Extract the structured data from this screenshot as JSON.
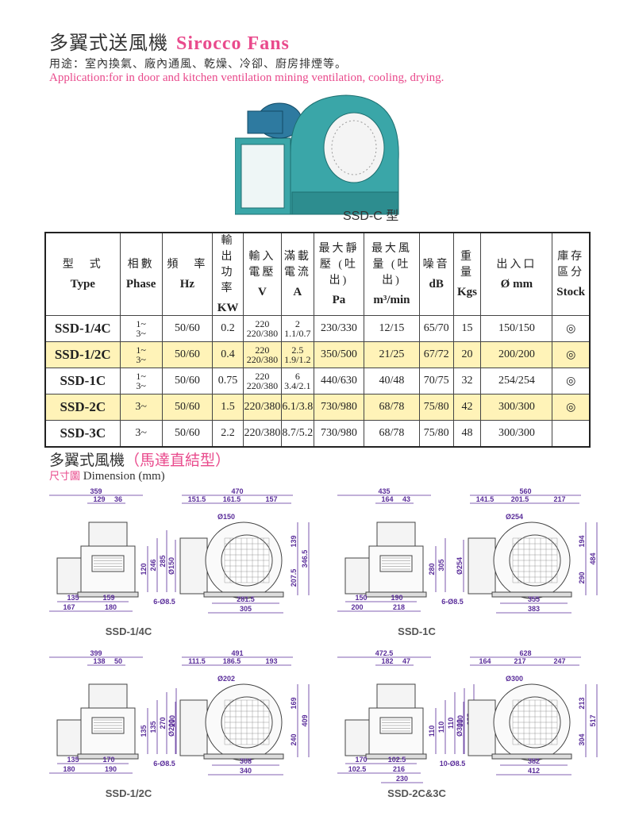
{
  "header": {
    "title_zh": "多翼式送風機",
    "title_en": "Sirocco  Fans",
    "usage": "用途：室內換氣、廠內通風、乾燥、冷卻、廚房排煙等。",
    "application": "Application:for in door and kitchen ventilation mining ventilation, cooling, drying."
  },
  "photo": {
    "caption": "SSD-C 型"
  },
  "table": {
    "headers": [
      {
        "zh": "型　式",
        "en": "Type"
      },
      {
        "zh": "相數",
        "en": "Phase"
      },
      {
        "zh": "頻　率",
        "en": "Hz"
      },
      {
        "zh": "輸出 功率",
        "en": "KW"
      },
      {
        "zh": "輸入 電壓",
        "en": "V"
      },
      {
        "zh": "滿載 電流",
        "en": "A"
      },
      {
        "zh": "最大靜壓 (吐出)",
        "en": "Pa"
      },
      {
        "zh": "最大風量 (吐出)",
        "en": "m³/min"
      },
      {
        "zh": "噪音",
        "en": "dB"
      },
      {
        "zh": "重量",
        "en": "Kgs"
      },
      {
        "zh": "出入口",
        "en": "Ø mm"
      },
      {
        "zh": "庫存 區分",
        "en": "Stock"
      }
    ],
    "rows": [
      {
        "type": "SSD-1/4C",
        "phase": "1~ 3~",
        "hz": "50/60",
        "kw": "0.2",
        "v": "220 220/380",
        "a": "2 1.1/0.7",
        "pa": "230/330",
        "flow": "12/15",
        "db": "65/70",
        "kg": "15",
        "port": "150/150",
        "stock": "◎"
      },
      {
        "type": "SSD-1/2C",
        "phase": "1~ 3~",
        "hz": "50/60",
        "kw": "0.4",
        "v": "220 220/380",
        "a": "2.5 1.9/1.2",
        "pa": "350/500",
        "flow": "21/25",
        "db": "67/72",
        "kg": "20",
        "port": "200/200",
        "stock": "◎"
      },
      {
        "type": "SSD-1C",
        "phase": "1~ 3~",
        "hz": "50/60",
        "kw": "0.75",
        "v": "220 220/380",
        "a": "6 3.4/2.1",
        "pa": "440/630",
        "flow": "40/48",
        "db": "70/75",
        "kg": "32",
        "port": "254/254",
        "stock": "◎"
      },
      {
        "type": "SSD-2C",
        "phase": "3~",
        "hz": "50/60",
        "kw": "1.5",
        "v": "220/380",
        "a": "6.1/3.8",
        "pa": "730/980",
        "flow": "68/78",
        "db": "75/80",
        "kg": "42",
        "port": "300/300",
        "stock": "◎"
      },
      {
        "type": "SSD-3C",
        "phase": "3~",
        "hz": "50/60",
        "kw": "2.2",
        "v": "220/380",
        "a": "8.7/5.2",
        "pa": "730/980",
        "flow": "68/78",
        "db": "75/80",
        "kg": "48",
        "port": "300/300",
        "stock": ""
      }
    ]
  },
  "section2": {
    "title": "多翼式風機",
    "title_pink": "（馬達直結型）",
    "dim_zh": "尺寸圖",
    "dim_en": "Dimension (mm)"
  },
  "drawings": [
    {
      "caption": "SSD-1/4C",
      "front_top": "359",
      "front_a": "129",
      "front_b": "36",
      "h1": "120",
      "h2": "246",
      "h3": "285",
      "b1": "135",
      "b2": "159",
      "b3": "167",
      "b4": "180",
      "hole": "6-Ø8.5",
      "side_top": "470",
      "s1": "151.5",
      "s2": "161.5",
      "s3": "157",
      "dia": "Ø150",
      "inlet": "Ø150",
      "r1": "139",
      "r2": "207.5",
      "r3": "346.5",
      "sb1": "281.5",
      "sb2": "305"
    },
    {
      "caption": "SSD-1C",
      "front_top": "435",
      "front_a": "164",
      "front_b": "43",
      "h1": "280",
      "h2": "305",
      "b1": "150",
      "b2": "190",
      "b3": "200",
      "b4": "218",
      "hole": "6-Ø8.5",
      "side_top": "560",
      "s1": "141.5",
      "s2": "201.5",
      "s3": "217",
      "dia": "Ø254",
      "inlet": "Ø254",
      "r1": "194",
      "r2": "290",
      "r3": "484",
      "sb1": "355",
      "sb2": "383"
    },
    {
      "caption": "SSD-1/2C",
      "front_top": "399",
      "front_a": "138",
      "front_b": "50",
      "h1": "135",
      "h2": "135",
      "h3": "270",
      "h4": "290",
      "b1": "135",
      "b2": "170",
      "b3": "180",
      "b4": "190",
      "hole": "6-Ø8.5",
      "side_top": "491",
      "s1": "111.5",
      "s2": "186.5",
      "s3": "193",
      "dia": "Ø202",
      "inlet": "Ø200",
      "r1": "169",
      "r2": "240",
      "r3": "409",
      "sb1": "308",
      "sb2": "340"
    },
    {
      "caption": "SSD-2C&3C",
      "front_top": "472.5",
      "front_a": "182",
      "front_b": "47",
      "h1": "110",
      "h2": "110",
      "h3": "110",
      "h4": "330",
      "h5": "355",
      "b1": "170",
      "b2": "102.5",
      "b3": "102.5",
      "b4": "216",
      "b5": "230",
      "hole": "10-Ø8.5",
      "side_top": "628",
      "s1": "164",
      "s2": "217",
      "s3": "247",
      "dia": "Ø300",
      "inlet": "Ø300",
      "r1": "213",
      "r2": "304",
      "r3": "517",
      "sb1": "382",
      "sb2": "412"
    }
  ],
  "colors": {
    "pink": "#e94a8c",
    "dim": "#5a2d9a",
    "highlight": "#fff3b8",
    "fan": "#3aa6a8"
  }
}
